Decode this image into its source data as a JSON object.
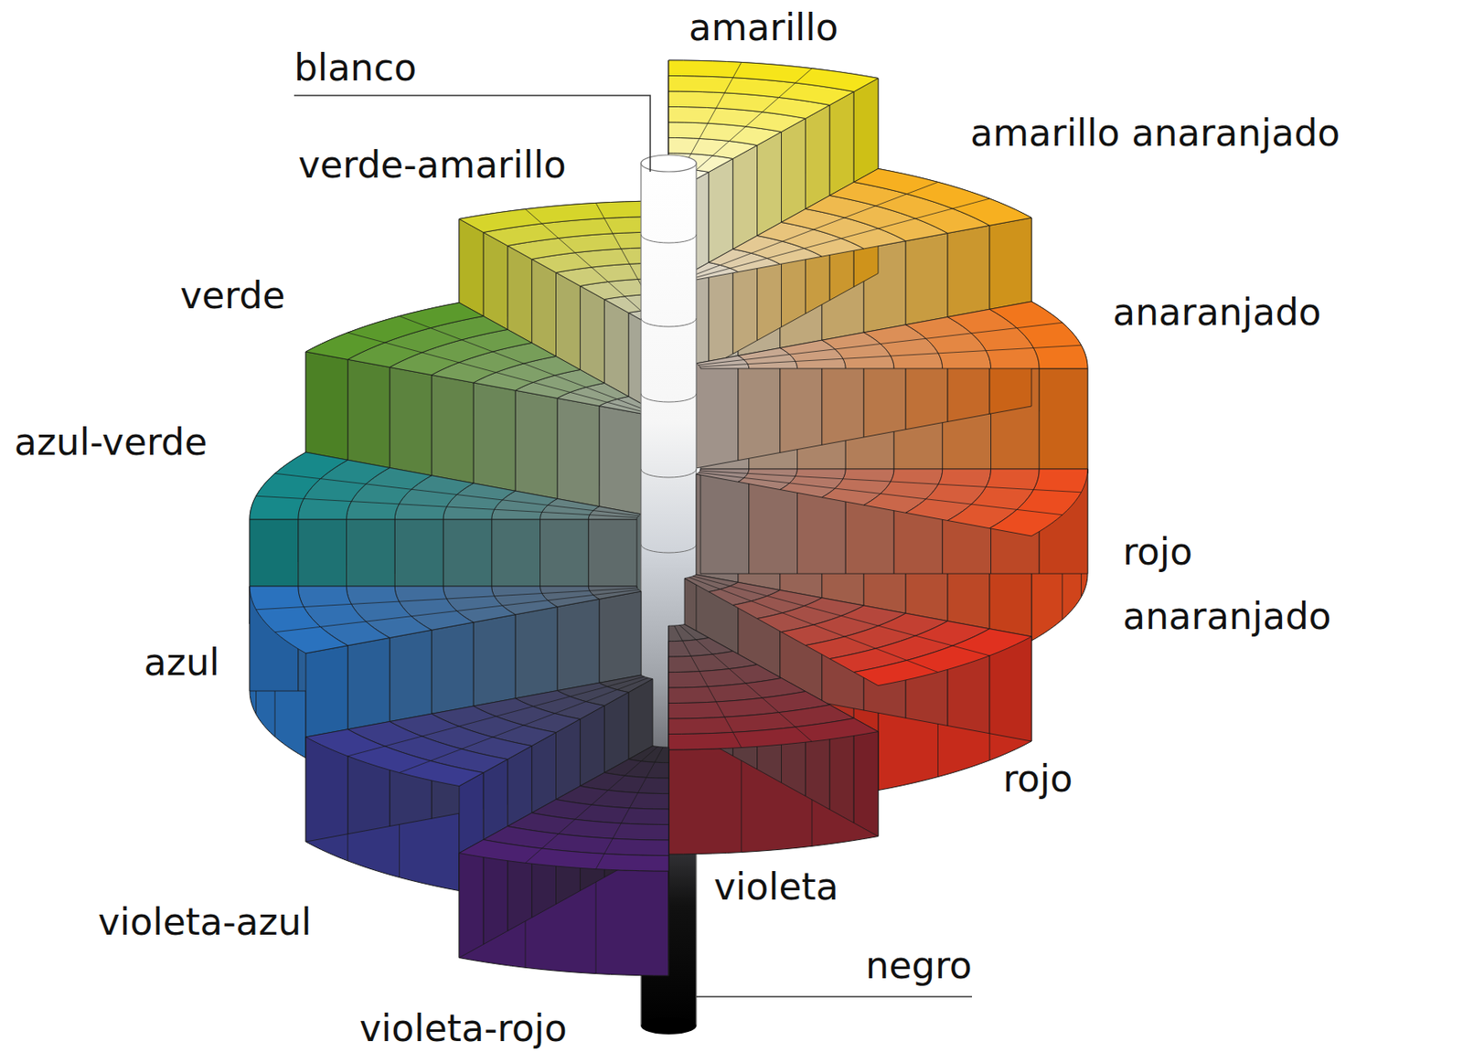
{
  "diagram": {
    "labels": [
      "amarillo",
      "blanco",
      "amarillo anaranjado",
      "verde-amarillo",
      "verde",
      "anaranjado",
      "azul-verde",
      "rojo anaranjado",
      "azul",
      "rojo",
      "violeta",
      "violeta-azul",
      "negro",
      "violeta-rojo"
    ]
  }
}
